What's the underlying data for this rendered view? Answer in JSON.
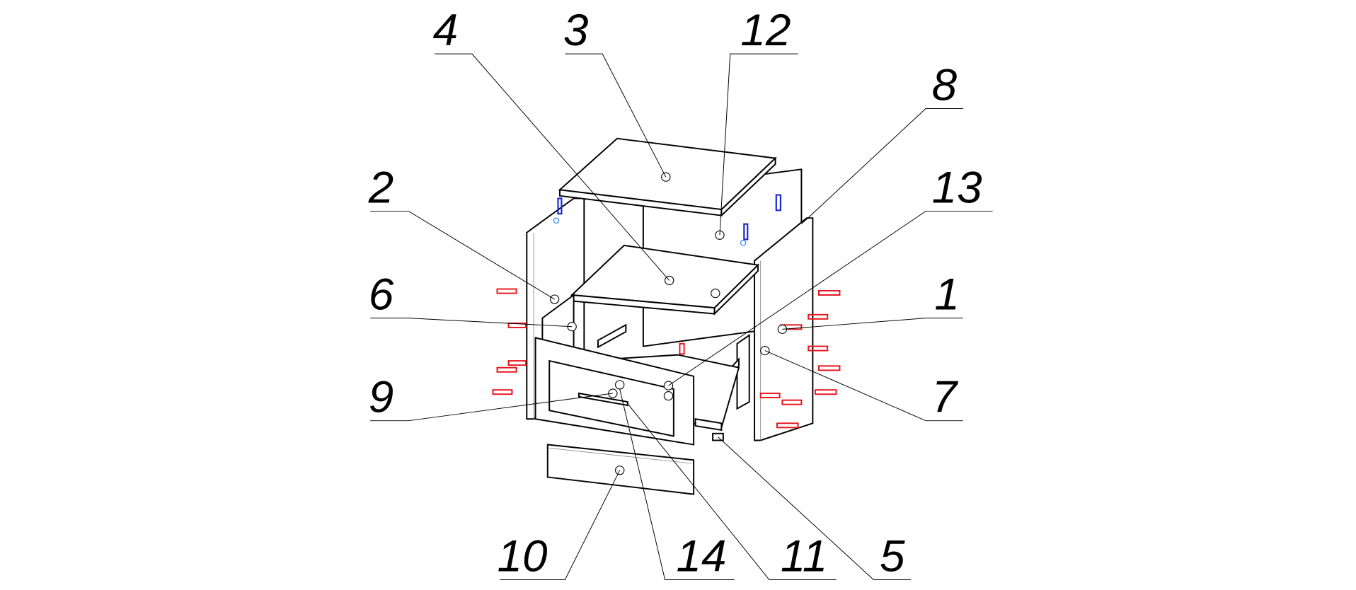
{
  "diagram": {
    "type": "exploded-assembly",
    "callouts": [
      {
        "id": "c4",
        "label": "4"
      },
      {
        "id": "c3",
        "label": "3"
      },
      {
        "id": "c12",
        "label": "12"
      },
      {
        "id": "c8",
        "label": "8"
      },
      {
        "id": "c2",
        "label": "2"
      },
      {
        "id": "c13",
        "label": "13"
      },
      {
        "id": "c6",
        "label": "6"
      },
      {
        "id": "c1",
        "label": "1"
      },
      {
        "id": "c9",
        "label": "9"
      },
      {
        "id": "c7",
        "label": "7"
      },
      {
        "id": "c10",
        "label": "10"
      },
      {
        "id": "c14",
        "label": "14"
      },
      {
        "id": "c11",
        "label": "11"
      },
      {
        "id": "c5",
        "label": "5"
      }
    ]
  },
  "colors": {
    "screw": "#e8141c",
    "hinge_dark": "#1a2bd6",
    "hinge_light": "#2a8cf0",
    "line": "#000000"
  }
}
